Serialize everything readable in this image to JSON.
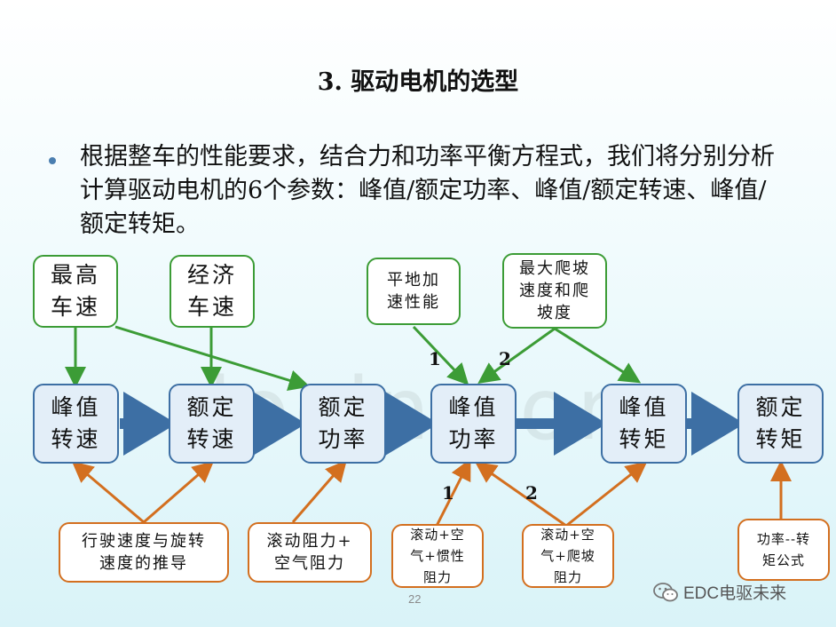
{
  "title": "3. 驱动电机的选型",
  "bullet": "根据整车的性能要求，结合力和功率平衡方程式，我们将分别分析计算驱动电机的6个参数：峰值/额定功率、峰值/额定转速、峰值/额定转矩。",
  "requirements": {
    "max_speed": "最高\n车速",
    "economy_speed": "经济\n车速",
    "flat_accel": "平地加\n速性能",
    "max_climb": "最大爬坡\n速度和爬\n坡度"
  },
  "params": {
    "peak_speed": "峰值\n转速",
    "rated_speed": "额定\n转速",
    "rated_power": "额定\n功率",
    "peak_power": "峰值\n功率",
    "peak_torque": "峰值\n转矩",
    "rated_torque": "额定\n转矩"
  },
  "derivations": {
    "speed_derivation": "行驶速度与旋转\n速度的推导",
    "rolling_air": "滚动阻力+\n空气阻力",
    "rolling_air_inertia": "滚动+空\n气+惯性\n阻力",
    "rolling_air_climb": "滚动+空\n气+爬坡\n阻力",
    "power_formula": "功率--转\n矩公式"
  },
  "labels": {
    "one_top": "1",
    "two_top": "2",
    "one_bottom": "1",
    "two_bottom": "2"
  },
  "watermark": "docin.com",
  "page_number": "22",
  "brand": "EDC电驱未来",
  "colors": {
    "green": "#3c9c36",
    "blue": "#3d6fa4",
    "orange": "#d36f1f"
  }
}
